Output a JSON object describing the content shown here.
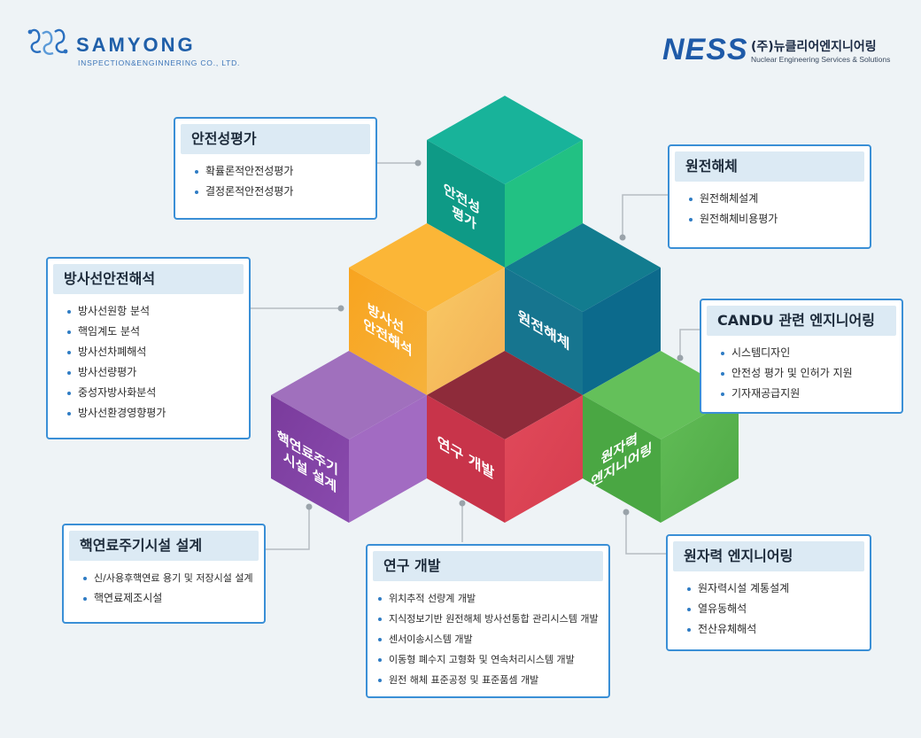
{
  "logos": {
    "samyong": {
      "name": "SAMYONG",
      "sub": "INSPECTION&ENGINNERING CO., LTD."
    },
    "ness": {
      "mark": "NESS",
      "ko": "(주)뉴클리어엔지니어링",
      "en": "Nuclear Engineering Services & Solutions"
    }
  },
  "cubes": {
    "safety": [
      "안전성",
      "평가"
    ],
    "decommission": [
      "원전해체"
    ],
    "radiation": [
      "방사선",
      "안전해석"
    ],
    "fuel_cycle": [
      "핵연료주기",
      "시설 설계"
    ],
    "research": [
      "연구 개발"
    ],
    "nuclear": [
      "원자력",
      "엔지니어링"
    ]
  },
  "cards": {
    "safety": {
      "title": "안전성평가",
      "items": [
        "확률론적안전성평가",
        "결정론적안전성평가"
      ]
    },
    "decommission": {
      "title": "원전해체",
      "items": [
        "원전해체설계",
        "원전해체비용평가"
      ]
    },
    "radiation": {
      "title": "방사선안전해석",
      "items": [
        "방사선원항 분석",
        "핵임계도 분석",
        "방사선차폐해석",
        "방사선량평가",
        "중성자방사화분석",
        "방사선환경영향평가"
      ]
    },
    "candu": {
      "title": "CANDU 관련 엔지니어링",
      "items": [
        "시스템디자인",
        "안전성 평가 및 인허가 지원",
        "기자재공급지원"
      ]
    },
    "fuel_cycle": {
      "title": "핵연료주기시설 설계",
      "items": [
        "신/사용후핵연료 용기 및 저장시설 설계",
        "핵연료제조시설"
      ]
    },
    "research": {
      "title": "연구 개발",
      "items": [
        "위치추적 선량계 개발",
        "지식정보기반 원전해체 방사선통합 관리시스템 개발",
        "센서이송시스템 개발",
        "이동형 폐수지 고형화 및 연속처리시스템 개발",
        "원전 해체 표준공정 및 표준품셈 개발"
      ]
    },
    "nuclear": {
      "title": "원자력 엔지니어링",
      "items": [
        "원자력시설 계통설계",
        "열유동해석",
        "전산유체해석"
      ]
    }
  },
  "colors": {
    "teal": "#12a18e",
    "navy_teal": "#0f7e99",
    "orange": "#f7a623",
    "purple": "#8b4aa8",
    "red": "#d9404f",
    "green": "#5cb84f",
    "card_border": "#3a8fd6",
    "title_bg": "#dceaf4"
  }
}
